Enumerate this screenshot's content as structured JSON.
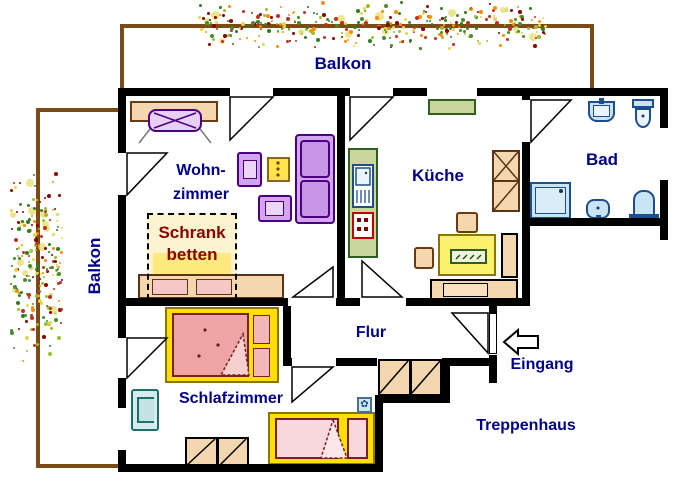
{
  "labels": {
    "balkon_top": "Balkon",
    "balkon_left": "Balkon",
    "wohnzimmer_line1": "Wohn-",
    "wohnzimmer_line2": "zimmer",
    "kueche": "Küche",
    "bad": "Bad",
    "schrank_line1": "Schrank",
    "schrank_line2": "betten",
    "schlafzimmer": "Schlafzimmer",
    "flur": "Flur",
    "eingang": "Eingang",
    "treppenhaus": "Treppenhaus"
  },
  "icons": {
    "entrance_arrow": "left-block-arrow",
    "lamp_flower_glyph": "✿"
  },
  "colors": {
    "wall": "#000000",
    "rail": "#7B4A15",
    "label_blue": "#00008B",
    "label_red": "#8B0000",
    "wood_fill": "#F4D7AE",
    "wood_border": "#6B3A10",
    "purple_fill": "#D3A4EF",
    "purple_border": "#4B0082",
    "purple_cushion": "#C894E6",
    "purple_light": "#EBD6F8",
    "yellow_frame": "#FFDF00",
    "yellow_frame_border": "#8B7500",
    "yellow_table": "#FBF26B",
    "yellow_side": "#FFE44D",
    "cream": "#FCF3CF",
    "bed_yellow": "#FFE97F",
    "pink_fill": "#EFA4A4",
    "pink_light": "#F8D8DC",
    "pink_pillow": "#F6C7C7",
    "pink_border": "#7A2020",
    "teal_fill": "#D6ECEC",
    "teal_border": "#1F6E6E",
    "bath_fill": "#C9E4F5",
    "bath_light": "#EAF4FB",
    "bath_border": "#1F4E8C",
    "green_fill": "#CBD69E",
    "green_border": "#2F5E1E",
    "stove_border": "#C00000",
    "flowers": [
      "#2E7D1E",
      "#8B0000",
      "#E8D44D",
      "#FF8C00",
      "#97BF2F",
      "#C03020",
      "#4A8B2A"
    ]
  }
}
